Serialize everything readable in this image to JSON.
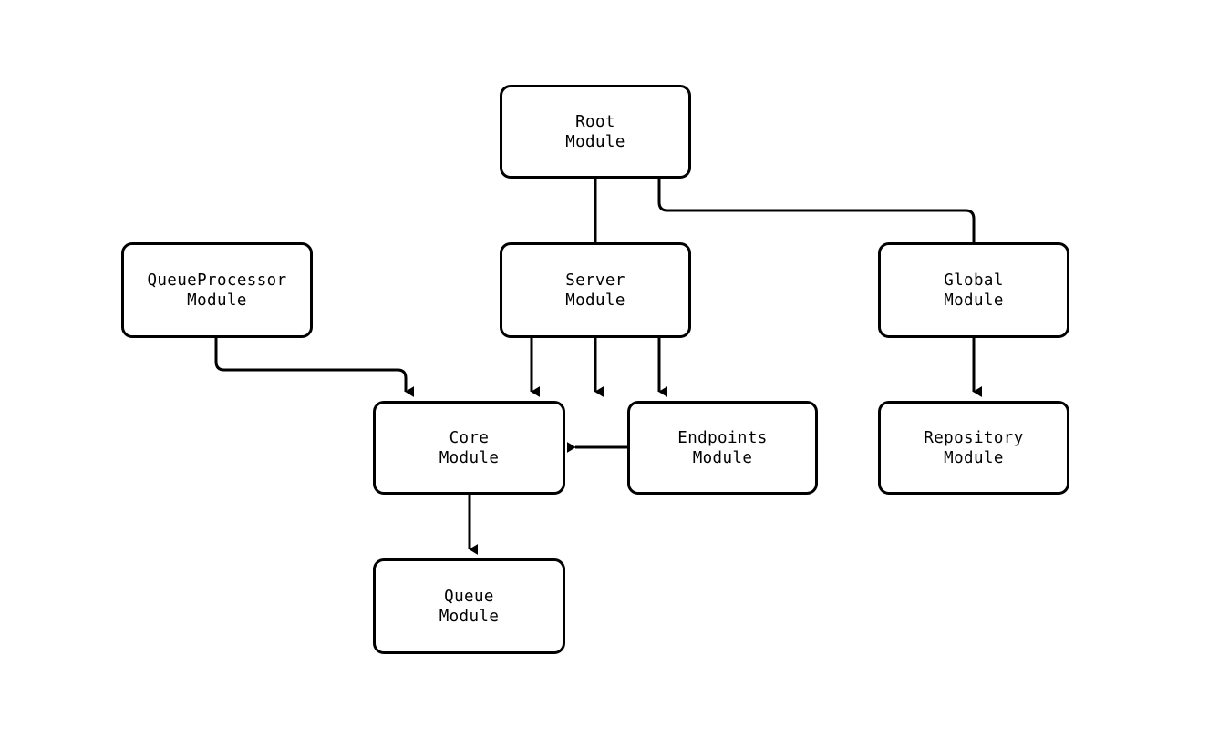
{
  "diagram": {
    "type": "module-dependency-graph",
    "background_color": "#ffffff",
    "stroke_color": "#000000",
    "node_fill_color": "#ffffff",
    "nodes": [
      {
        "id": "root",
        "line1": "Root",
        "line2": "Module",
        "label": "Root\nModule"
      },
      {
        "id": "queueprocessor",
        "line1": "QueueProcessor",
        "line2": "Module",
        "label": "QueueProcessor\nModule"
      },
      {
        "id": "server",
        "line1": "Server",
        "line2": "Module",
        "label": "Server\nModule"
      },
      {
        "id": "global",
        "line1": "Global",
        "line2": "Module",
        "label": "Global\nModule"
      },
      {
        "id": "core",
        "line1": "Core",
        "line2": "Module",
        "label": "Core\nModule"
      },
      {
        "id": "endpoints",
        "line1": "Endpoints",
        "line2": "Module",
        "label": "Endpoints\nModule"
      },
      {
        "id": "repository",
        "line1": "Repository",
        "line2": "Module",
        "label": "Repository\nModule"
      },
      {
        "id": "queue",
        "line1": "Queue",
        "line2": "Module",
        "label": "Queue\nModule"
      }
    ],
    "edges": [
      {
        "from": "root",
        "to": "server",
        "style": "straight"
      },
      {
        "from": "root",
        "to": "global",
        "style": "elbow"
      },
      {
        "from": "queueprocessor",
        "to": "core",
        "style": "elbow"
      },
      {
        "from": "server",
        "to": "core",
        "style": "straight"
      },
      {
        "from": "server",
        "to": "endpoints",
        "style": "straight"
      },
      {
        "from": "endpoints",
        "to": "core",
        "style": "straight-left"
      },
      {
        "from": "global",
        "to": "repository",
        "style": "straight"
      },
      {
        "from": "core",
        "to": "queue",
        "style": "straight"
      }
    ]
  }
}
